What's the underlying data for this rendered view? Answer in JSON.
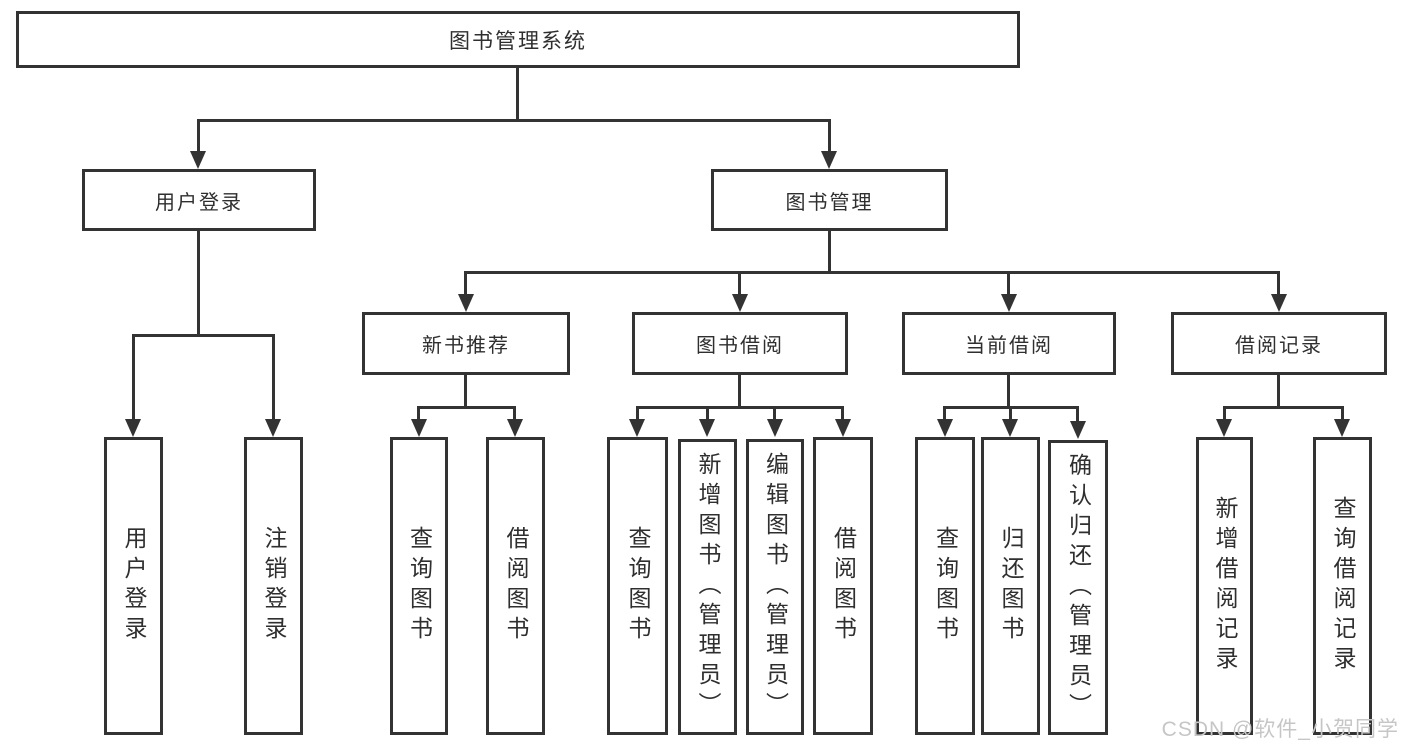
{
  "tree": {
    "root": {
      "label": "图书管理系统"
    },
    "branches": [
      {
        "label": "用户登录",
        "children": [
          {
            "label": "用户登录"
          },
          {
            "label": "注销登录"
          }
        ]
      },
      {
        "label": "图书管理",
        "children": [
          {
            "label": "新书推荐",
            "children": [
              {
                "label": "查询图书"
              },
              {
                "label": "借阅图书"
              }
            ]
          },
          {
            "label": "图书借阅",
            "children": [
              {
                "label": "查询图书"
              },
              {
                "label": "新增图书（管理员）"
              },
              {
                "label": "编辑图书（管理员）"
              },
              {
                "label": "借阅图书"
              }
            ]
          },
          {
            "label": "当前借阅",
            "children": [
              {
                "label": "查询图书"
              },
              {
                "label": "归还图书"
              },
              {
                "label": "确认归还（管理员）"
              }
            ]
          },
          {
            "label": "借阅记录",
            "children": [
              {
                "label": "新增借阅记录"
              },
              {
                "label": "查询借阅记录"
              }
            ]
          }
        ]
      }
    ]
  },
  "watermark": {
    "text": "CSDN @软件_小贺同学"
  },
  "colors": {
    "line": "#333333",
    "text": "#2f2f2f",
    "watermark": "#c6c6c6",
    "background": "#ffffff"
  }
}
